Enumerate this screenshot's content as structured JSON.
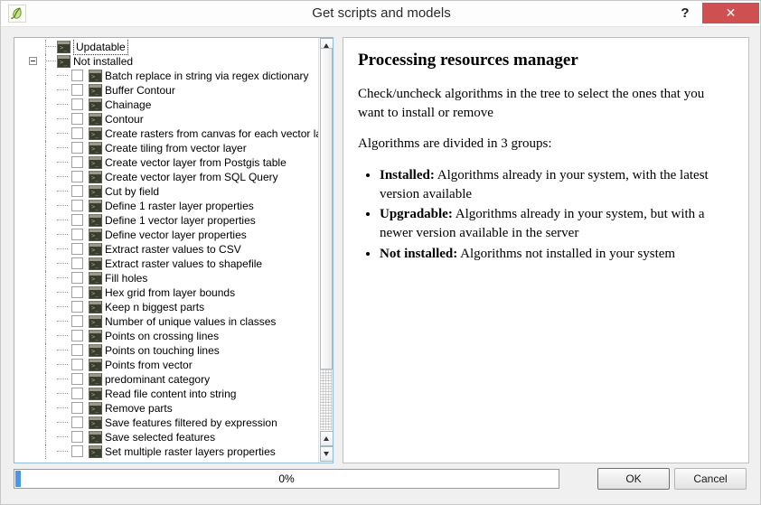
{
  "window": {
    "title": "Get scripts and models",
    "app_icon": "qgis-leaf-icon",
    "help_label": "?",
    "close_label": "✕"
  },
  "tree": {
    "groups": [
      {
        "label": "Updatable",
        "icon": "script-console-icon",
        "focused": true,
        "expanded": false,
        "has_expander": false,
        "items": []
      },
      {
        "label": "Not installed",
        "icon": "script-console-icon",
        "focused": false,
        "expanded": true,
        "has_expander": true,
        "items": [
          {
            "label": "Batch replace in string via regex dictionary",
            "checked": false
          },
          {
            "label": "Buffer Contour",
            "checked": false
          },
          {
            "label": "Chainage",
            "checked": false
          },
          {
            "label": "Contour",
            "checked": false
          },
          {
            "label": "Create rasters from canvas for each vector laye...",
            "checked": false
          },
          {
            "label": "Create tiling from vector layer",
            "checked": false
          },
          {
            "label": "Create vector layer from Postgis table",
            "checked": false
          },
          {
            "label": "Create vector layer from SQL Query",
            "checked": false
          },
          {
            "label": "Cut by field",
            "checked": false
          },
          {
            "label": "Define 1 raster layer properties",
            "checked": false
          },
          {
            "label": "Define 1 vector layer properties",
            "checked": false
          },
          {
            "label": "Define vector layer properties",
            "checked": false
          },
          {
            "label": "Extract raster values to CSV",
            "checked": false
          },
          {
            "label": "Extract raster values to shapefile",
            "checked": false
          },
          {
            "label": "Fill holes",
            "checked": false
          },
          {
            "label": "Hex grid from layer bounds",
            "checked": false
          },
          {
            "label": "Keep n biggest parts",
            "checked": false
          },
          {
            "label": "Number of unique values in classes",
            "checked": false
          },
          {
            "label": "Points on crossing lines",
            "checked": false
          },
          {
            "label": "Points on touching lines",
            "checked": false
          },
          {
            "label": "Points from vector",
            "checked": false
          },
          {
            "label": "predominant category",
            "checked": false
          },
          {
            "label": "Read file content into string",
            "checked": false
          },
          {
            "label": "Remove parts",
            "checked": false
          },
          {
            "label": "Save features filtered by expression",
            "checked": false
          },
          {
            "label": "Save selected features",
            "checked": false
          },
          {
            "label": "Set multiple raster layers properties",
            "checked": false
          }
        ]
      }
    ],
    "scrollbar": {
      "top_arrow": "scroll-up-icon",
      "bottom_up_arrow": "scroll-up-icon",
      "bottom_down_arrow": "scroll-down-icon"
    }
  },
  "info": {
    "title": "Processing resources manager",
    "paragraph1": "Check/uncheck algorithms in the tree to select the ones that you want to install or remove",
    "paragraph2": "Algorithms are divided in 3 groups:",
    "bullets": [
      {
        "term": "Installed:",
        "text": " Algorithms already in your system, with the latest version available"
      },
      {
        "term": "Upgradable:",
        "text": " Algorithms already in your system, but with a newer version available in the server"
      },
      {
        "term": "Not installed:",
        "text": " Algorithms not installed in your system"
      }
    ]
  },
  "footer": {
    "progress_text": "0%",
    "progress_value": 0,
    "ok_label": "OK",
    "cancel_label": "Cancel"
  },
  "colors": {
    "close_red": "#cf5050",
    "progress_blue": "#4a96e8",
    "tree_border_blue": "#8fb9dd"
  }
}
